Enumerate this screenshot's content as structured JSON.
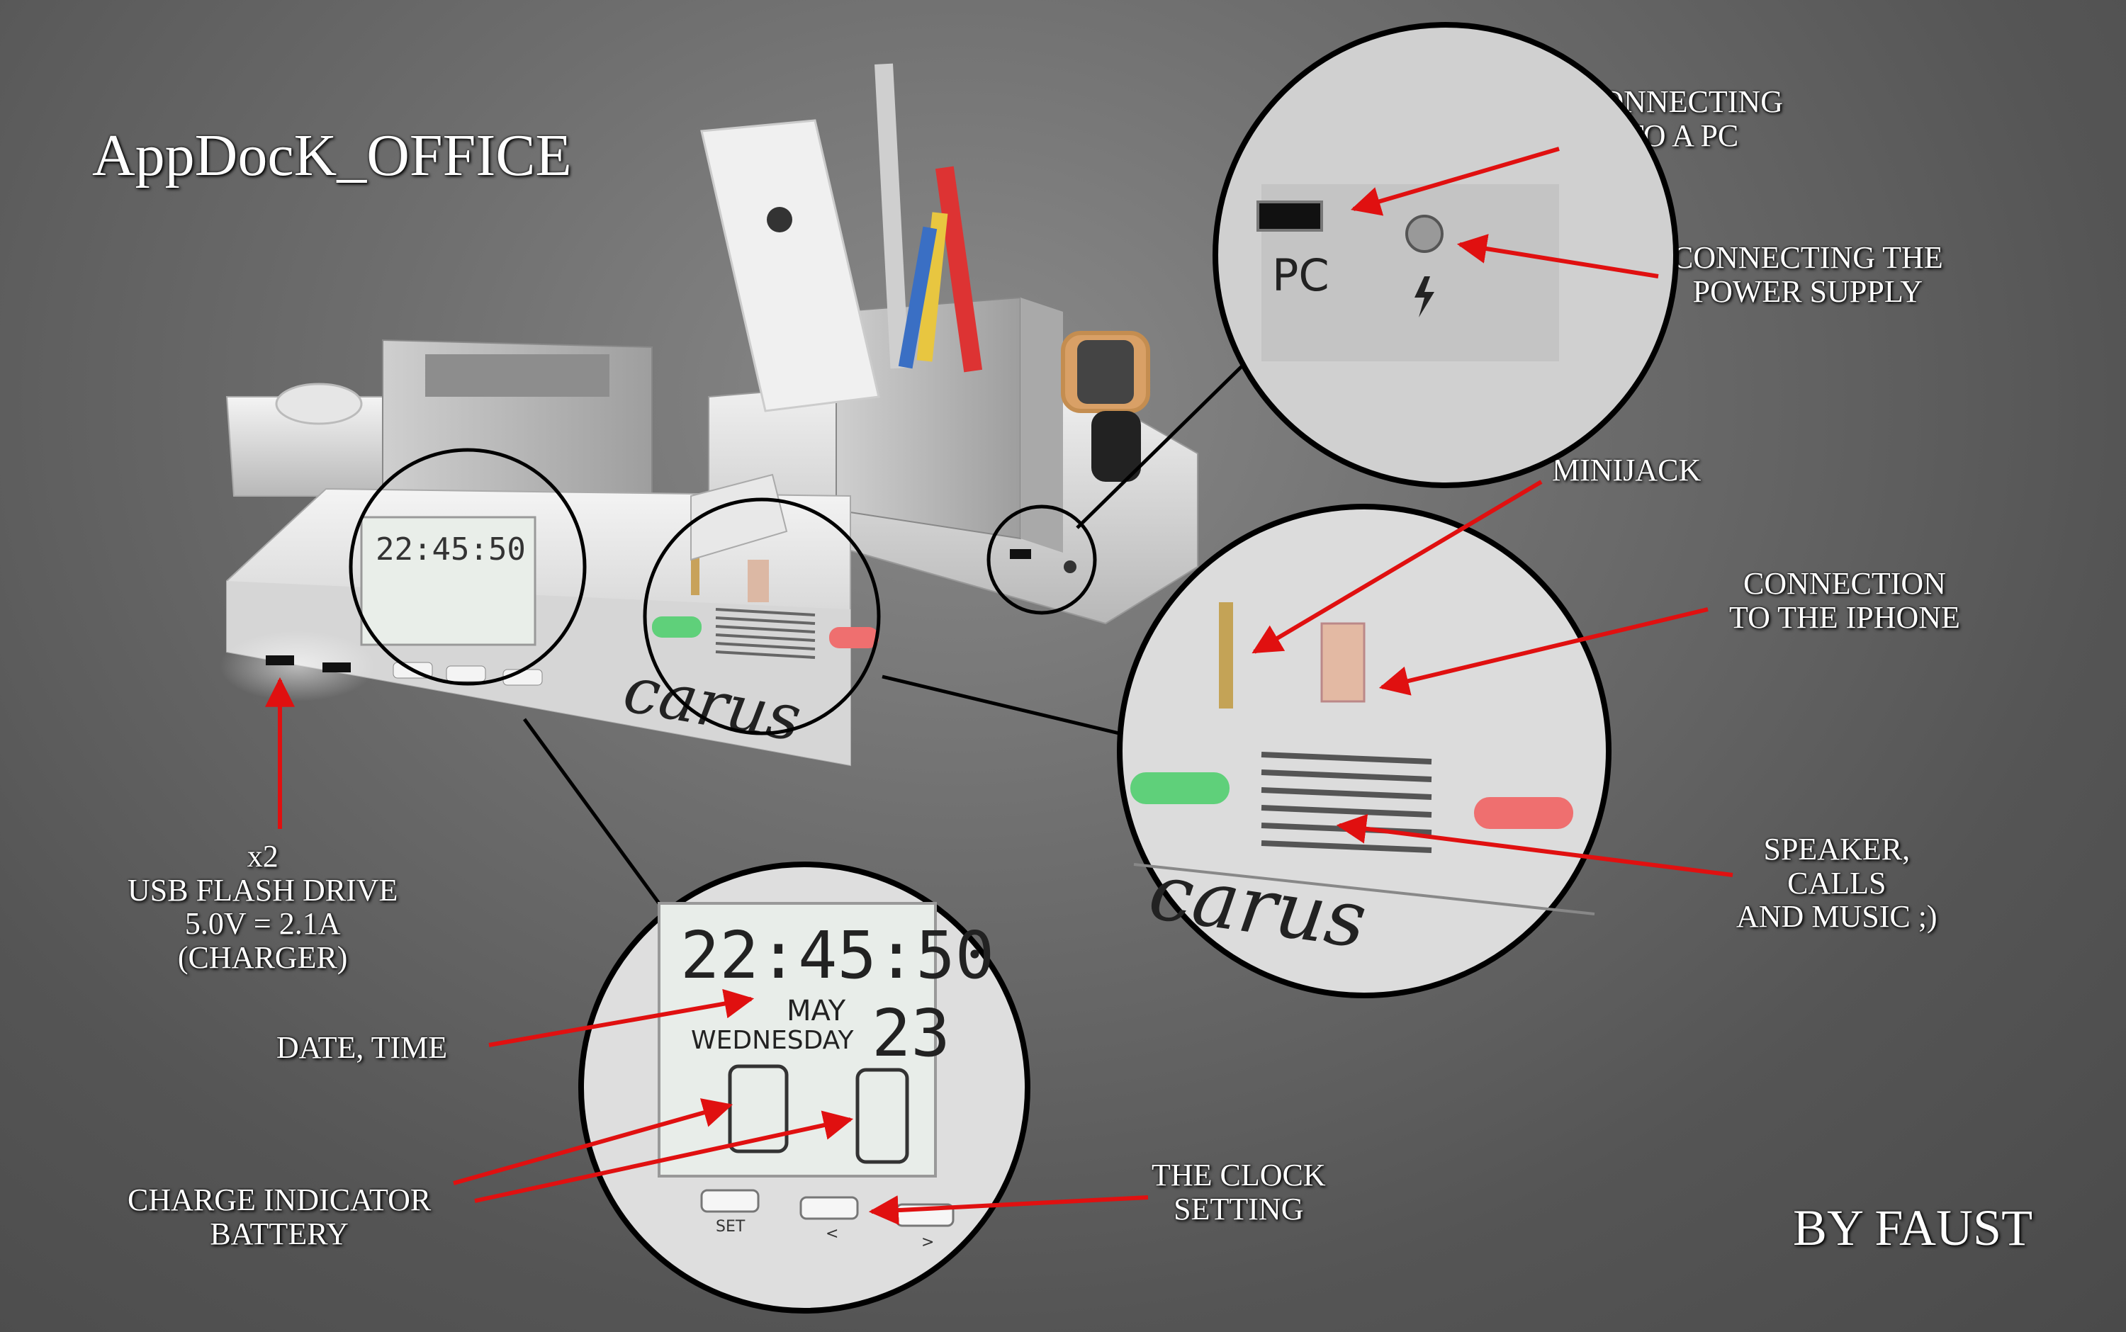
{
  "title": "AppDocK_OFFICE",
  "byline": "BY FAUST",
  "product": {
    "brand": "carus",
    "lcd_time": "22:45:50",
    "lcd_month": "MAY",
    "lcd_weekday": "WEDNESDAY",
    "lcd_day": "23",
    "button_set": "SET",
    "button_left": "<",
    "button_right": ">",
    "port_pc": "PC"
  },
  "callouts": {
    "connecting_pc": [
      "CONNECTING",
      "TO A PC"
    ],
    "power_supply": [
      "CONNECTING THE",
      "POWER SUPPLY"
    ],
    "minijack": [
      "MINIJACK"
    ],
    "iphone": [
      "CONNECTION",
      "TO THE IPHONE"
    ],
    "speaker": [
      "SPEAKER,",
      "CALLS",
      "AND MUSIC ;)"
    ],
    "usb": [
      "x2",
      "USB FLASH DRIVE",
      "5.0V = 2.1A",
      "(CHARGER)"
    ],
    "date_time": [
      "DATE, TIME"
    ],
    "charge": [
      "CHARGE INDICATOR",
      "BATTERY"
    ],
    "clock": [
      "THE CLOCK",
      "SETTING"
    ]
  },
  "colors": {
    "arrow": "#e01010",
    "label": "#ffffff",
    "device": "#d8d8d8"
  }
}
